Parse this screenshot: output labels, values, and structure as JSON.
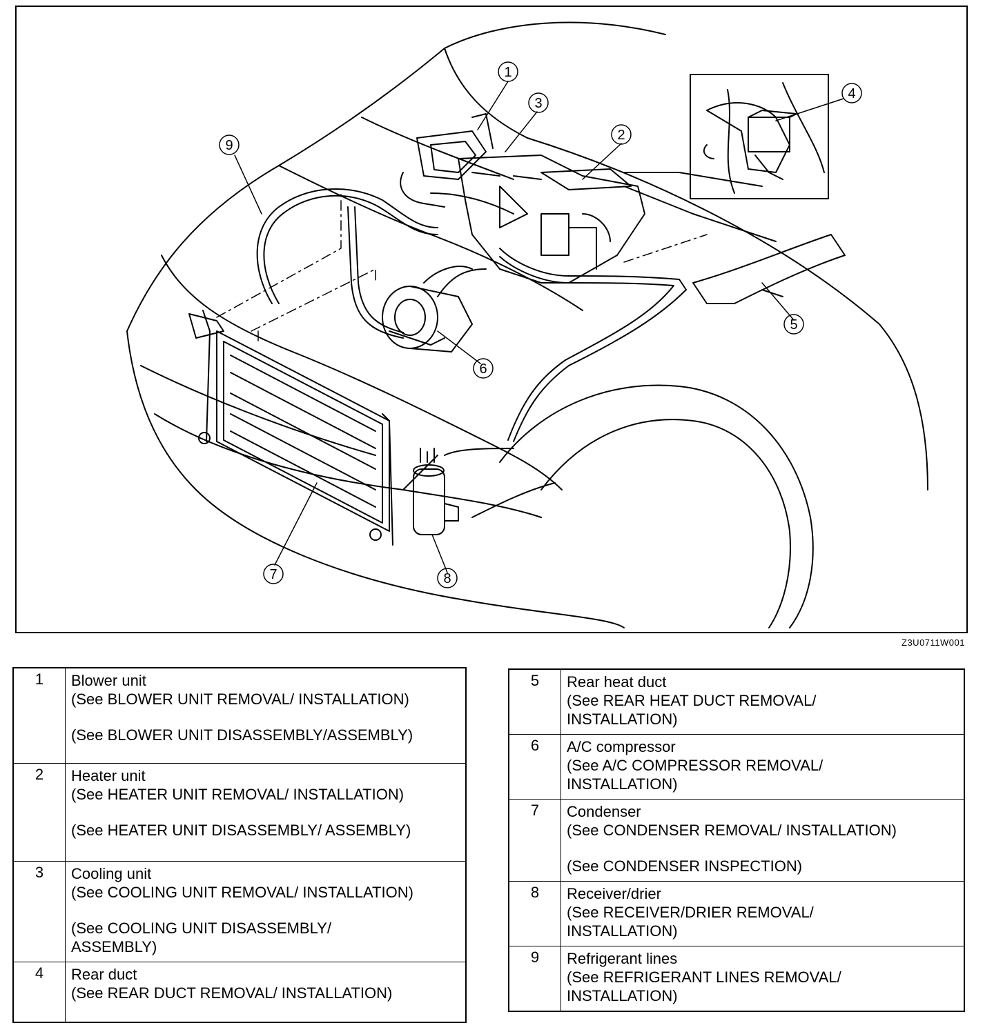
{
  "figure_id": "Z3U0711W001",
  "callouts": [
    "1",
    "2",
    "3",
    "4",
    "5",
    "6",
    "7",
    "8",
    "9"
  ],
  "components": [
    {
      "num": "1",
      "name": "Blower unit",
      "refs": [
        "(See BLOWER UNIT REMOVAL/ INSTALLATION)",
        "(See BLOWER UNIT DISASSEMBLY/ASSEMBLY)"
      ]
    },
    {
      "num": "2",
      "name": "Heater unit",
      "refs": [
        "(See HEATER UNIT REMOVAL/ INSTALLATION)",
        "(See HEATER UNIT DISASSEMBLY/ ASSEMBLY)"
      ]
    },
    {
      "num": "3",
      "name": "Cooling unit",
      "refs": [
        "(See COOLING UNIT REMOVAL/ INSTALLATION)",
        "(See COOLING UNIT DISASSEMBLY/ ASSEMBLY)"
      ]
    },
    {
      "num": "4",
      "name": "Rear duct",
      "refs": [
        "(See REAR DUCT REMOVAL/ INSTALLATION)"
      ]
    },
    {
      "num": "5",
      "name": "Rear heat duct",
      "refs": [
        "(See REAR HEAT DUCT REMOVAL/ INSTALLATION)"
      ]
    },
    {
      "num": "6",
      "name": "A/C compressor",
      "refs": [
        "(See A/C COMPRESSOR REMOVAL/ INSTALLATION)"
      ]
    },
    {
      "num": "7",
      "name": "Condenser",
      "refs": [
        "(See CONDENSER REMOVAL/ INSTALLATION)",
        "(See CONDENSER INSPECTION)"
      ]
    },
    {
      "num": "8",
      "name": "Receiver/drier",
      "refs": [
        "(See RECEIVER/DRIER REMOVAL/ INSTALLATION)"
      ]
    },
    {
      "num": "9",
      "name": "Refrigerant lines",
      "refs": [
        "(See REFRIGERANT LINES REMOVAL/ INSTALLATION)"
      ]
    }
  ]
}
